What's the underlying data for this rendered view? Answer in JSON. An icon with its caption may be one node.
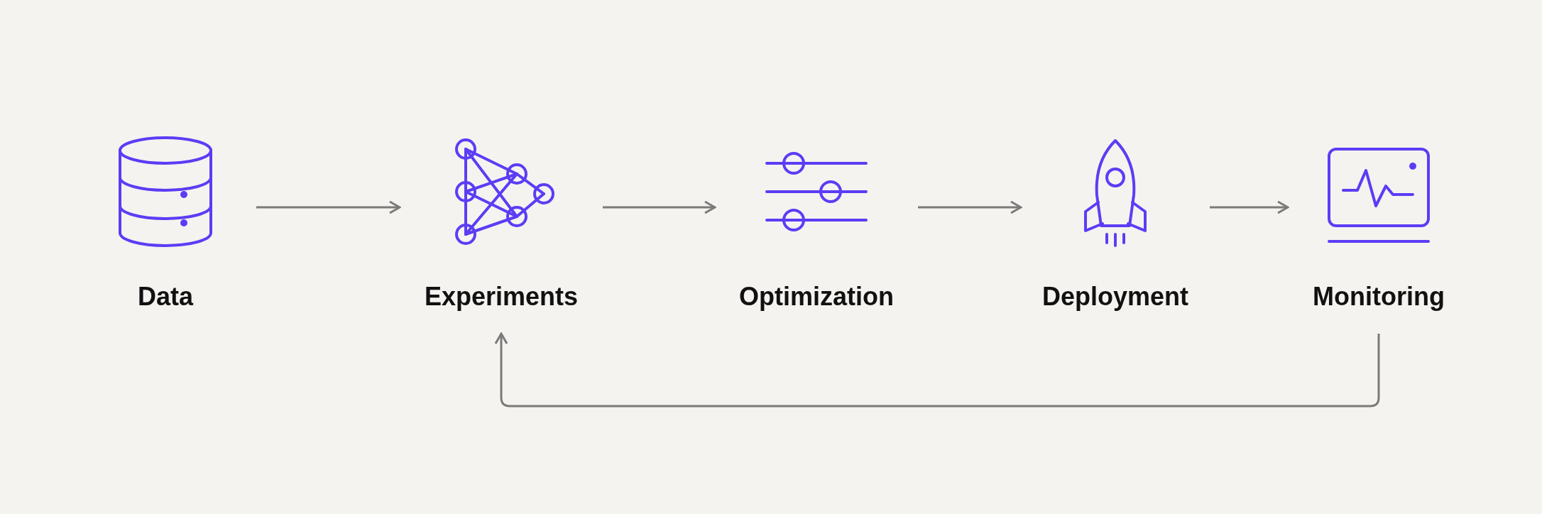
{
  "diagram": {
    "nodes": [
      {
        "text": [
          "Data"
        ]
      },
      {
        "text": [
          "Experiments"
        ]
      },
      {
        "text": [
          "Optimization"
        ]
      },
      {
        "text": [
          "Deployment"
        ]
      },
      {
        "text": [
          "Monitoring"
        ]
      }
    ],
    "edges": [
      {
        "from": 0,
        "to": 1,
        "arrow": "to"
      },
      {
        "from": 1,
        "to": 2,
        "arrow": "to"
      },
      {
        "from": 2,
        "to": 3,
        "arrow": "to"
      },
      {
        "from": 3,
        "to": 4,
        "arrow": "to"
      },
      {
        "from": 4,
        "to": 1,
        "arrow": "to"
      }
    ]
  }
}
